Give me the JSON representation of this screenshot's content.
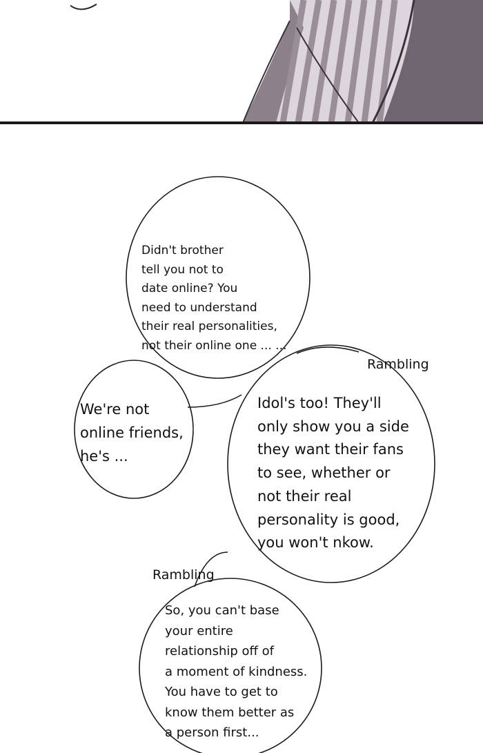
{
  "panel_top": {
    "description_icon": "striped-shirt-figure"
  },
  "bubbles": [
    {
      "id": "bubble-1",
      "lines": [
        "Didn't brother",
        "tell you not to",
        "date online? You",
        "need to understand",
        "their real personalities,",
        "not their online one ... ..."
      ]
    },
    {
      "id": "bubble-2",
      "lines": [
        "We're not",
        "online friends,",
        "he's ..."
      ]
    },
    {
      "id": "bubble-3",
      "lines": [
        "Idol's too! They'll",
        "only show you a side",
        "they want their fans",
        "to see, whether or",
        "not their real",
        "personality is good,",
        "you won't nkow."
      ]
    },
    {
      "id": "bubble-4",
      "lines": [
        "So, you can't base",
        "your entire",
        "relationship off of",
        "a moment of kindness.",
        "You have to get to",
        "know them better as",
        "a person first..."
      ]
    }
  ],
  "sfx": [
    "Rambling",
    "Rambling"
  ],
  "colors": {
    "ink": "#111111",
    "shirt_grey": "#9a8e98",
    "jacket": "#6f6570",
    "panel_border": "#1a1a1a"
  }
}
